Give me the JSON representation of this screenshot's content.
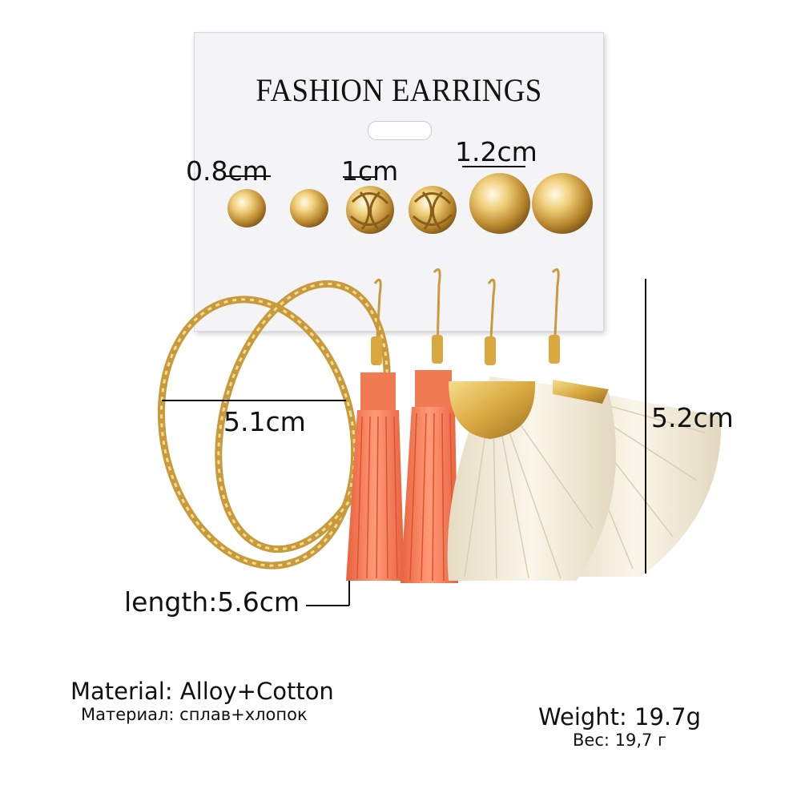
{
  "card": {
    "title": "FASHION EARRINGS"
  },
  "dimensions": {
    "stud_small": "0.8cm",
    "stud_knot": "1cm",
    "stud_large": "1.2cm",
    "hoop_width": "5.1cm",
    "fan_height": "5.2cm",
    "tassel_length": "length:5.6cm"
  },
  "specs": {
    "material_en": "Material: Alloy+Cotton",
    "material_ru": "Материал: сплав+хлопок",
    "weight_en": "Weight: 19.7g",
    "weight_ru": "Вес: 19,7 г"
  },
  "colors": {
    "gold": "#d9b25a",
    "tassel_orange": "#f2805f",
    "fan_cream": "#f1ead8"
  }
}
